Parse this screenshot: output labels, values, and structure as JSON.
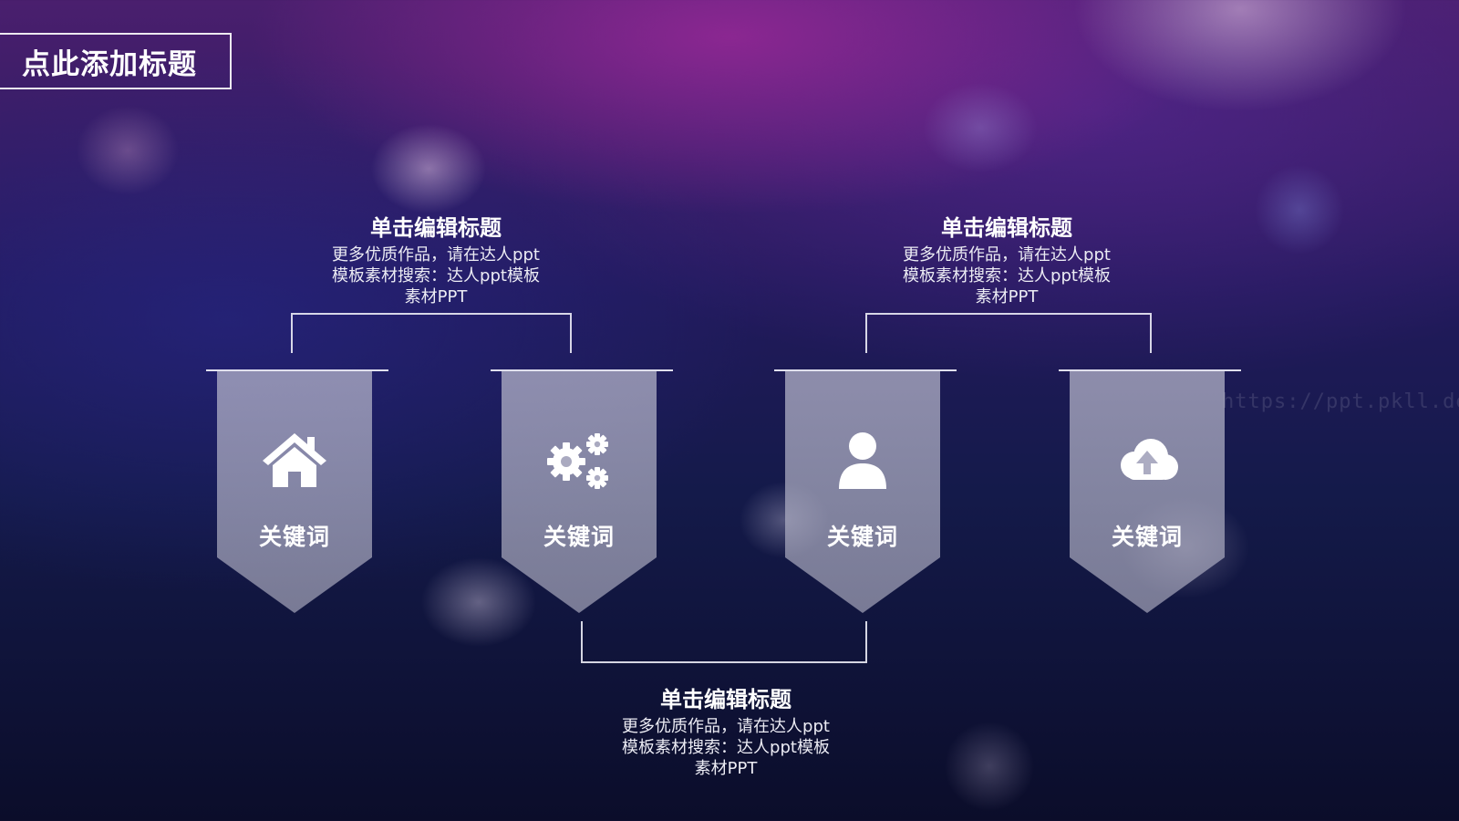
{
  "slide": {
    "title": "点此添加标题"
  },
  "groups": [
    {
      "title": "单击编辑标题",
      "lines": [
        "更多优质作品，请在达人ppt",
        "模板素材搜索：达人ppt模板",
        "素材PPT"
      ]
    },
    {
      "title": "单击编辑标题",
      "lines": [
        "更多优质作品，请在达人ppt",
        "模板素材搜索：达人ppt模板",
        "素材PPT"
      ]
    },
    {
      "title": "单击编辑标题",
      "lines": [
        "更多优质作品，请在达人ppt",
        "模板素材搜索：达人ppt模板",
        "素材PPT"
      ]
    }
  ],
  "banners": [
    {
      "icon": "home-icon",
      "label": "关键词"
    },
    {
      "icon": "gears-icon",
      "label": "关键词"
    },
    {
      "icon": "user-icon",
      "label": "关键词"
    },
    {
      "icon": "cloud-upload-icon",
      "label": "关键词"
    }
  ],
  "watermark": "https://ppt.pkll.de"
}
